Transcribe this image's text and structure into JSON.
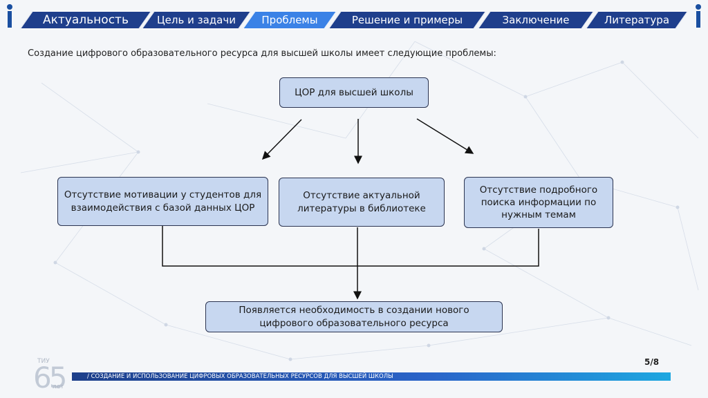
{
  "nav": {
    "tabs": [
      {
        "label": "Актуальность"
      },
      {
        "label": "Цель и задачи"
      },
      {
        "label": "Проблемы"
      },
      {
        "label": "Решение и примеры"
      },
      {
        "label": "Заключение"
      },
      {
        "label": "Литература"
      }
    ],
    "active_index": 2
  },
  "intro": "Создание цифрового образовательного ресурса для высшей школы имеет следующие проблемы:",
  "diagram": {
    "root": "ЦОР для высшей школы",
    "problems": [
      "Отсутствие мотивации у студентов для взаимодействия с базой данных ЦОР",
      "Отсутствие актуальной литературы в библиотеке",
      "Отсутствие подробного поиска информации по нужным темам"
    ],
    "result": "Появляется необходимость в создании нового цифрового образовательного ресурса"
  },
  "footer": {
    "caption": "/ СОЗДАНИЕ И ИСПОЛЬЗОВАНИЕ ЦИФРОВЫХ ОБРАЗОВАТЕЛЬНЫХ РЕСУРСОВ ДЛЯ ВЫСШЕЙ ШКОЛЫ",
    "page": "5/8",
    "badge_number": "65",
    "badge_top": "ТИУ",
    "badge_bottom": "лет"
  },
  "colors": {
    "nav_tab": "#1f3f8c",
    "nav_tab_active": "#3b82e6",
    "node_fill": "#c7d7f0",
    "node_border": "#2a3350"
  }
}
